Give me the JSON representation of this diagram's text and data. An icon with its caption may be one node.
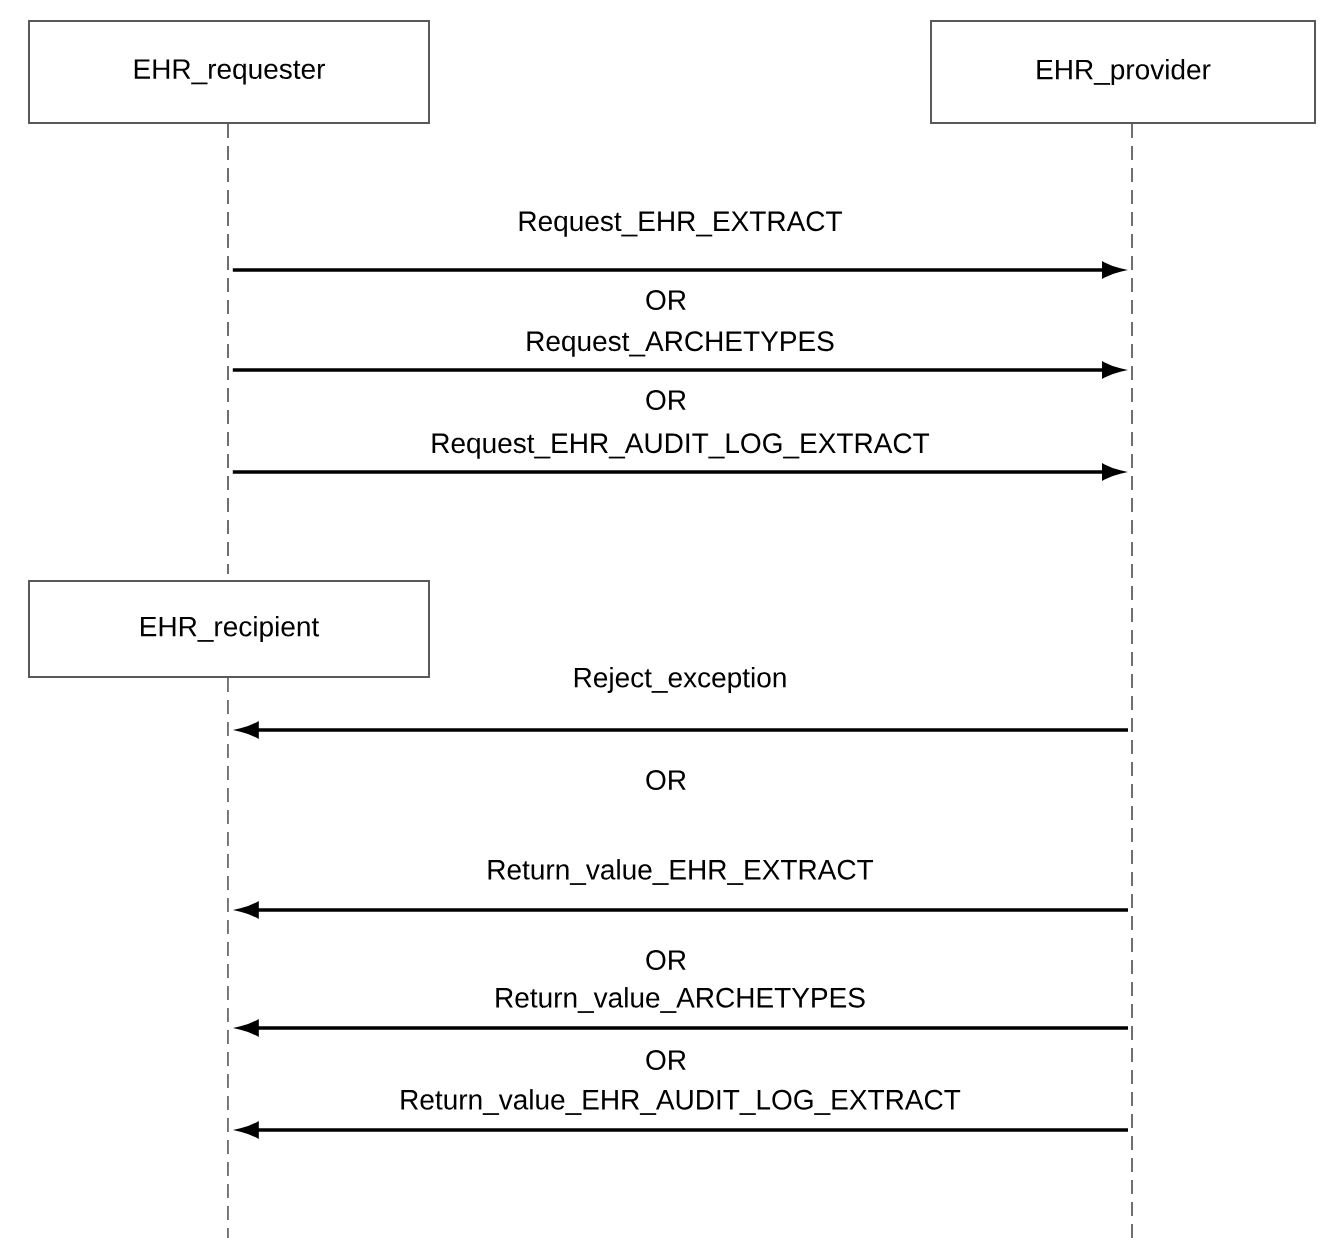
{
  "diagram": {
    "nodes": [
      {
        "text": [
          "EHR_requester"
        ]
      },
      {
        "text": [
          "EHR_provider"
        ]
      },
      {
        "text": [],
        "shape": "line"
      },
      {
        "text": [],
        "shape": "line"
      },
      {
        "text": [
          "EHR_recipient"
        ]
      },
      {
        "text": [],
        "shape": "line"
      }
    ],
    "edges": [
      {
        "from": 2,
        "to": 3,
        "arrow": "to",
        "label": "Request_EHR_EXTRACT"
      },
      {
        "from": 2,
        "to": 3,
        "arrow": "to",
        "label": "Request_ARCHETYPES"
      },
      {
        "from": 2,
        "to": 3,
        "arrow": "to",
        "label": "Request_EHR_AUDIT_LOG_EXTRACT"
      },
      {
        "from": 3,
        "to": 5,
        "arrow": "to",
        "label": "Reject_exception"
      },
      {
        "from": 3,
        "to": 5,
        "arrow": "to",
        "label": "Return_value_EHR_EXTRACT"
      },
      {
        "from": 3,
        "to": 5,
        "arrow": "to",
        "label": "Return_value_ARCHETYPES"
      },
      {
        "from": 3,
        "to": 5,
        "arrow": "to",
        "label": "Return_value_EHR_AUDIT_LOG_EXTRACT"
      }
    ],
    "labels": [
      "OR",
      "OR",
      "OR",
      "OR",
      "OR"
    ]
  }
}
